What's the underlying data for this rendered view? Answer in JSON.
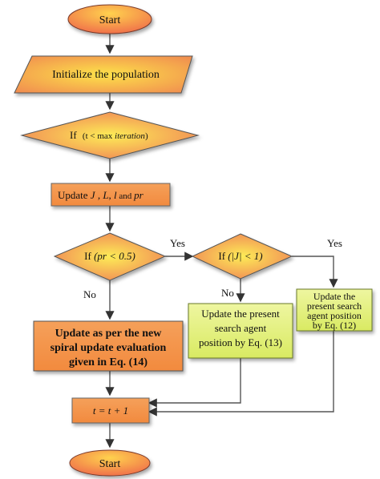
{
  "flowchart": {
    "start": "Start",
    "init": "Initialize the population",
    "loop_cond": {
      "prefix": "If",
      "expr_a": "(t < max ",
      "expr_b": "iteration",
      "expr_c": ")"
    },
    "update": {
      "prefix": "Update ",
      "vars": "J , L, l",
      "and": " and ",
      "pr": "pr"
    },
    "cond_pr": {
      "prefix": "If ",
      "expr": "(pr < 0.5)"
    },
    "cond_j": {
      "prefix": "If ",
      "expr": "(|J| < 1)"
    },
    "spiral": [
      "Update as per the new",
      "spiral update evaluation",
      "given in Eq. (14)"
    ],
    "eq13": [
      "Update the present",
      "search agent",
      "position by Eq. (13)"
    ],
    "eq12": [
      "Update the",
      "present search",
      "agent position",
      "by Eq. (12)"
    ],
    "increment": "t = t + 1",
    "end": "Start",
    "edge_yes_1": "Yes",
    "edge_yes_2": "Yes",
    "edge_no_1": "No",
    "edge_no_2": "No"
  },
  "colors": {
    "shape_light": "#fde24a",
    "shape_dark": "#ef7a54",
    "border": "#333333",
    "rect_fill": "#e9f287",
    "rect_border": "#6b7a2a"
  }
}
